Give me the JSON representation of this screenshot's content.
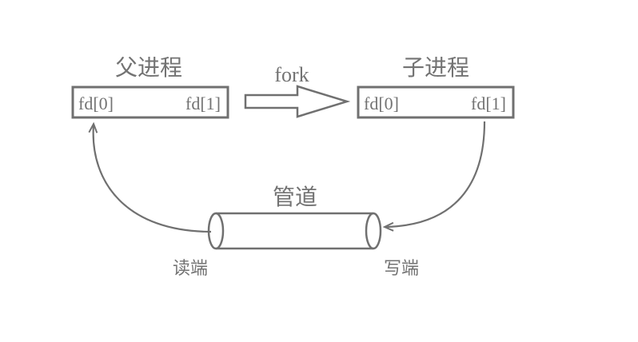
{
  "parent": {
    "title": "父进程",
    "fd_read": "fd[0]",
    "fd_write": "fd[1]"
  },
  "child": {
    "title": "子进程",
    "fd_read": "fd[0]",
    "fd_write": "fd[1]"
  },
  "fork_label": "fork",
  "pipe": {
    "title": "管道",
    "read_end": "读端",
    "write_end": "写端"
  },
  "colors": {
    "stroke": "#707070",
    "text": "#737373",
    "background": "#ffffff"
  }
}
